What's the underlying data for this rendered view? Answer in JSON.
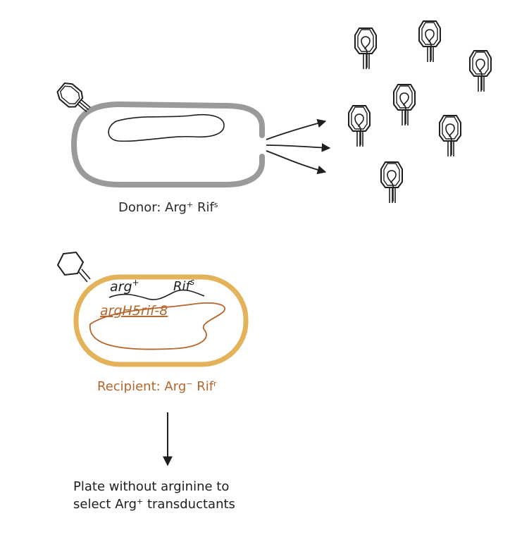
{
  "donor": {
    "prefix": "Donor: Arg",
    "arg_sup": "+",
    "rif": " Rif",
    "rif_sup": "s"
  },
  "recipient": {
    "gene_arg": "arg",
    "gene_arg_sup": "+",
    "gene_rif": "Rif",
    "gene_rif_sup": "s",
    "mutant_allele": "argH5rif-8",
    "prefix": "Recipient: Arg",
    "arg_sup": "−",
    "rif": " Rif",
    "rif_sup": "r"
  },
  "plate": {
    "line1": "Plate without arginine to",
    "line2_prefix": "select Arg",
    "line2_sup": "+",
    "line2_suffix": " transductants"
  },
  "colors": {
    "donor_envelope": "#9a9a9a",
    "recipient_envelope": "#e3b25a",
    "recipient_text": "#b5652a",
    "ink": "#1e1e1e"
  }
}
